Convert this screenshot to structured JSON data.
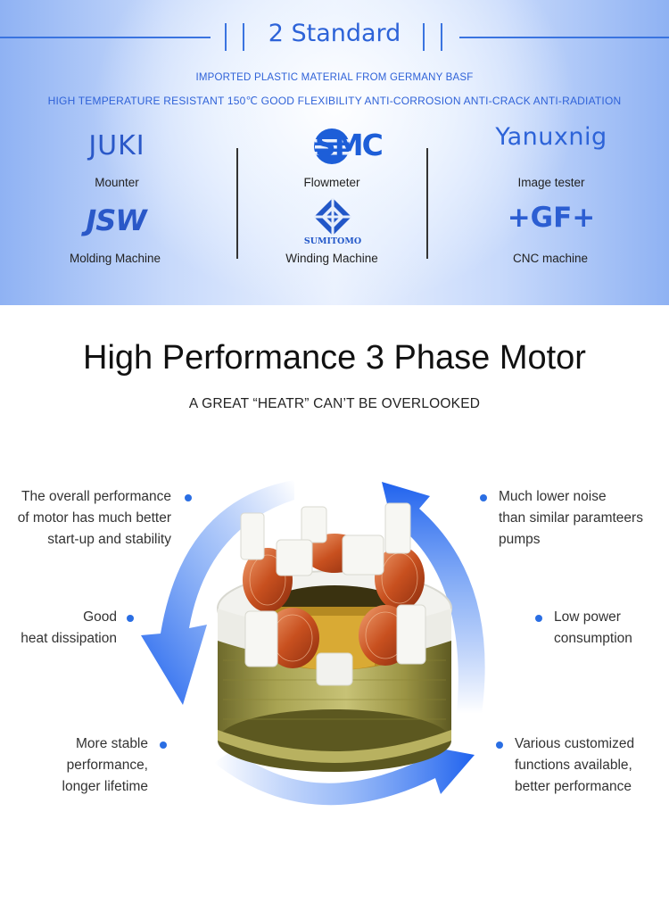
{
  "banner": {
    "title": "2 Standard",
    "subtitle_line1": "IMPORTED PLASTIC MATERIAL FROM GERMANY BASF",
    "subtitle_line2": "HIGH TEMPERATURE RESISTANT 150℃ GOOD FLEXIBILITY  ANTI-CORROSION ANTI-CRACK ANTI-RADIATION",
    "brands": [
      {
        "logo_text": "JUKI",
        "caption": "Mounter"
      },
      {
        "logo_text": "SMC",
        "caption": "Flowmeter"
      },
      {
        "logo_text": "Yanuxnig",
        "caption": "Image tester"
      },
      {
        "logo_text": "JSW",
        "caption": "Molding Machine"
      },
      {
        "logo_text": "SUMITOMO",
        "caption": "Winding Machine"
      },
      {
        "logo_text": "+GF+",
        "caption": "CNC machine"
      }
    ],
    "colors": {
      "accent": "#2d63d8",
      "background_edge": "#8fb2f3"
    }
  },
  "motor_section": {
    "heading": "High Performance 3 Phase Motor",
    "tagline": "A GREAT “HEATR” CAN’T BE OVERLOOKED",
    "features_left": [
      {
        "lines": [
          "The overall performance",
          "of motor has much better",
          "start-up and stability"
        ]
      },
      {
        "lines": [
          "Good",
          "heat dissipation"
        ]
      },
      {
        "lines": [
          "More stable",
          "performance,",
          "longer lifetime"
        ]
      }
    ],
    "features_right": [
      {
        "lines": [
          "Much lower noise",
          "than similar paramteers",
          "pumps"
        ]
      },
      {
        "lines": [
          "Low power",
          "consumption"
        ]
      },
      {
        "lines": [
          "Various customized",
          "functions available,",
          "better performance"
        ]
      }
    ],
    "colors": {
      "dot": "#2a6ee3",
      "arrow": "#2e6ff0"
    }
  }
}
